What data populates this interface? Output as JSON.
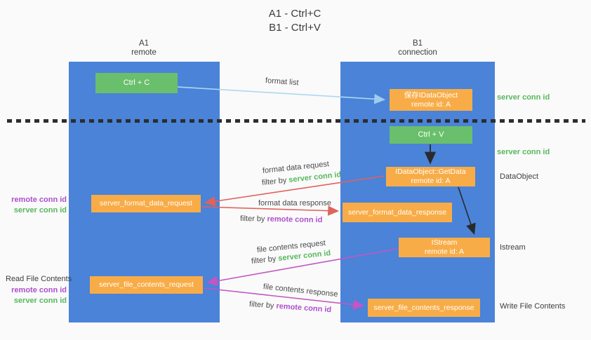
{
  "title": {
    "line1": "A1 - Ctrl+C",
    "line2": "B1 - Ctrl+V"
  },
  "lanes": {
    "left": {
      "name": "A1",
      "role": "remote"
    },
    "right": {
      "name": "B1",
      "role": "connection"
    }
  },
  "nodes": {
    "ctrl_c": {
      "label": "Ctrl + C"
    },
    "ctrl_v": {
      "label": "Ctrl + V"
    },
    "save_dataobject": {
      "line1": "保存IDataObject",
      "line2": "remote id: A"
    },
    "getdata": {
      "line1": "IDataObject::GetData",
      "line2": "remote id: A"
    },
    "istream": {
      "line1": "IStream",
      "line2": "remote id: A"
    },
    "format_request": {
      "label": "server_format_data_request"
    },
    "format_response": {
      "label": "server_format_data_response"
    },
    "file_request": {
      "label": "server_file_contents_request"
    },
    "file_response": {
      "label": "server_file_contents_response"
    }
  },
  "annotations": {
    "server_conn_id_top": "server conn id",
    "server_conn_id_mid": "server conn id",
    "dataobject": "DataObject",
    "istream": "Istream",
    "write_file_contents": "Write File Contents",
    "read_file_contents": "Read File Contents",
    "left_remote_conn_id_1": "remote conn id",
    "left_server_conn_id_1": "server conn id",
    "left_remote_conn_id_2": "remote conn id",
    "left_server_conn_id_2": "server conn id"
  },
  "arrow_labels": {
    "format_list": "format list",
    "format_data_request": "format data request",
    "filter_by_1_prefix": "filter by ",
    "filter_by_1_value": "server conn id",
    "format_data_response": "format data response",
    "filter_by_2_prefix": "filter by ",
    "filter_by_2_value": "remote conn id",
    "file_contents_request": "file contents request",
    "filter_by_3_prefix": "filter by ",
    "filter_by_3_value": "server conn id",
    "file_contents_response": "file contents response",
    "filter_by_4_prefix": "filter by ",
    "filter_by_4_value": "remote conn id"
  },
  "colors": {
    "lane_blue": "#4a83d8",
    "node_orange": "#f8ac47",
    "node_green": "#6abf6c",
    "green_label": "#56b85c",
    "purple_label": "#ad4fcd",
    "red_arrow": "#e0625c",
    "magenta_arrow": "#c455c4",
    "light_blue_arrow": "#aed7f2",
    "black_arrow": "#2a2a2a",
    "background": "#fafafa"
  }
}
